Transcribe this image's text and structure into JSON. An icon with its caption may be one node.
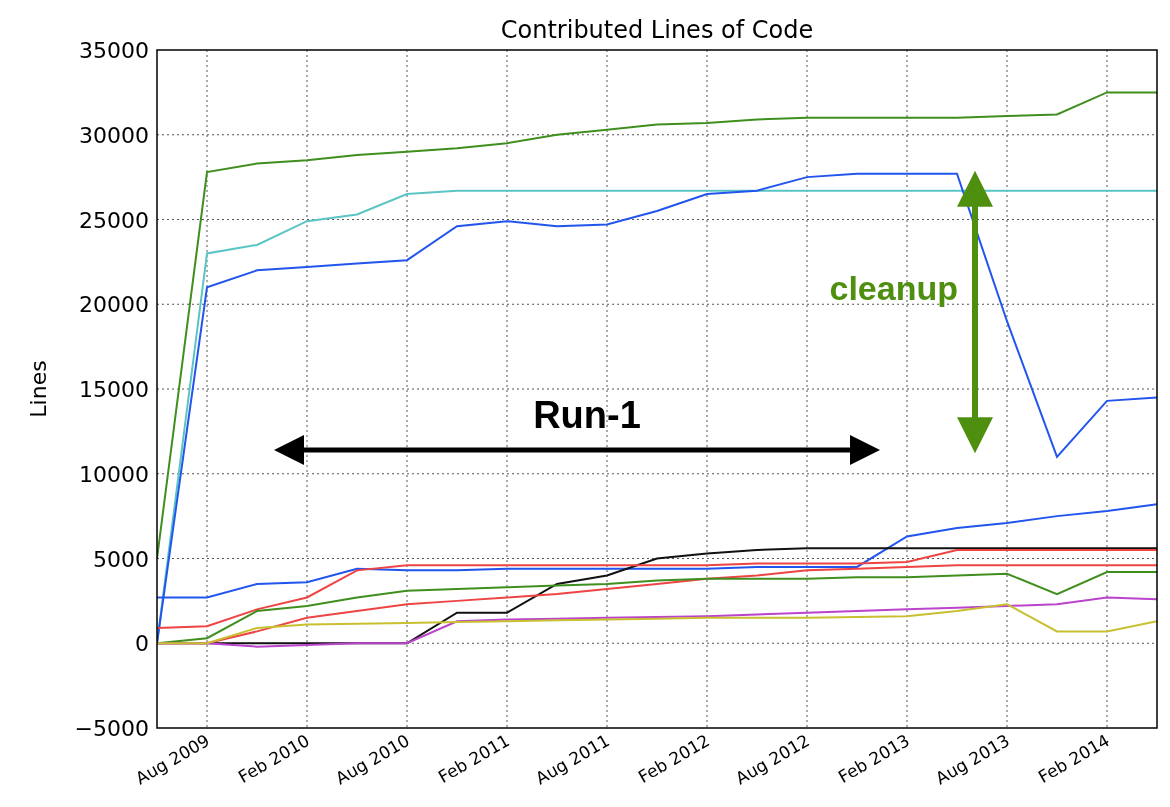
{
  "diagram": {
    "labels": [
      "Run-1",
      "cleanup"
    ],
    "chart_data": {
      "type": "line",
      "title": "Contributed Lines of Code",
      "ylabel": "Lines",
      "categories": [
        null,
        "Aug 2009",
        null,
        "Feb 2010",
        null,
        "Aug 2010",
        null,
        "Feb 2011",
        null,
        "Aug 2011",
        null,
        "Feb 2012",
        null,
        "Aug 2012",
        null,
        "Feb 2013",
        null,
        "Aug 2013",
        null,
        "Feb 2014",
        null
      ],
      "grid": true,
      "ylim": [
        -5000,
        35000
      ],
      "yticks": [
        -5000,
        0,
        5000,
        10000,
        15000,
        20000,
        25000,
        30000,
        35000
      ],
      "series": [
        {
          "color": "#3f8f1f",
          "values": [
            5000,
            27800,
            28300,
            28500,
            28800,
            29000,
            29200,
            29500,
            30000,
            30300,
            30600,
            30700,
            30900,
            31000,
            31000,
            31000,
            31000,
            31100,
            31200,
            32500,
            32500
          ]
        },
        {
          "color": "#5bc4c4",
          "values": [
            0,
            23000,
            23500,
            24900,
            25300,
            26500,
            26700,
            26700,
            26700,
            26700,
            26700,
            26700,
            26700,
            26700,
            26700,
            26700,
            26700,
            26700,
            26700,
            26700,
            26700
          ]
        },
        {
          "color": "#2255ee",
          "values": [
            0,
            21000,
            22000,
            22200,
            22400,
            22600,
            24600,
            24900,
            24600,
            24700,
            25500,
            26500,
            26700,
            27500,
            27700,
            27700,
            27700,
            19000,
            11000,
            14300,
            14500
          ]
        },
        {
          "color": "#2255ee",
          "values": [
            2700,
            2700,
            3500,
            3600,
            4400,
            4300,
            4300,
            4400,
            4400,
            4400,
            4400,
            4400,
            4500,
            4500,
            4500,
            6300,
            6800,
            7100,
            7500,
            7800,
            8200
          ]
        },
        {
          "color": "#111111",
          "values": [
            0,
            0,
            0,
            0,
            0,
            0,
            1800,
            1800,
            3500,
            4000,
            5000,
            5300,
            5500,
            5600,
            5600,
            5600,
            5600,
            5600,
            5600,
            5600,
            5600
          ]
        },
        {
          "color": "#ee4444",
          "values": [
            900,
            1000,
            2000,
            2700,
            4300,
            4600,
            4600,
            4600,
            4600,
            4600,
            4600,
            4600,
            4700,
            4700,
            4700,
            4800,
            5500,
            5500,
            5500,
            5500,
            5500
          ]
        },
        {
          "color": "#ee4444",
          "values": [
            0,
            0,
            700,
            1500,
            1900,
            2300,
            2500,
            2700,
            2900,
            3200,
            3500,
            3800,
            4000,
            4300,
            4400,
            4500,
            4600,
            4600,
            4600,
            4600,
            4600
          ]
        },
        {
          "color": "#3f8f1f",
          "values": [
            0,
            300,
            1900,
            2200,
            2700,
            3100,
            3200,
            3300,
            3400,
            3500,
            3700,
            3800,
            3800,
            3800,
            3900,
            3900,
            4000,
            4100,
            2900,
            4200,
            4200
          ]
        },
        {
          "color": "#bb44cc",
          "values": [
            0,
            0,
            -200,
            -100,
            0,
            0,
            1300,
            1400,
            1450,
            1500,
            1550,
            1600,
            1700,
            1800,
            1900,
            2000,
            2100,
            2200,
            2300,
            2700,
            2600
          ]
        },
        {
          "color": "#c8c030",
          "values": [
            0,
            0,
            900,
            1100,
            1150,
            1200,
            1250,
            1300,
            1350,
            1400,
            1450,
            1500,
            1500,
            1500,
            1550,
            1600,
            1900,
            2300,
            700,
            700,
            1300
          ]
        }
      ]
    }
  }
}
